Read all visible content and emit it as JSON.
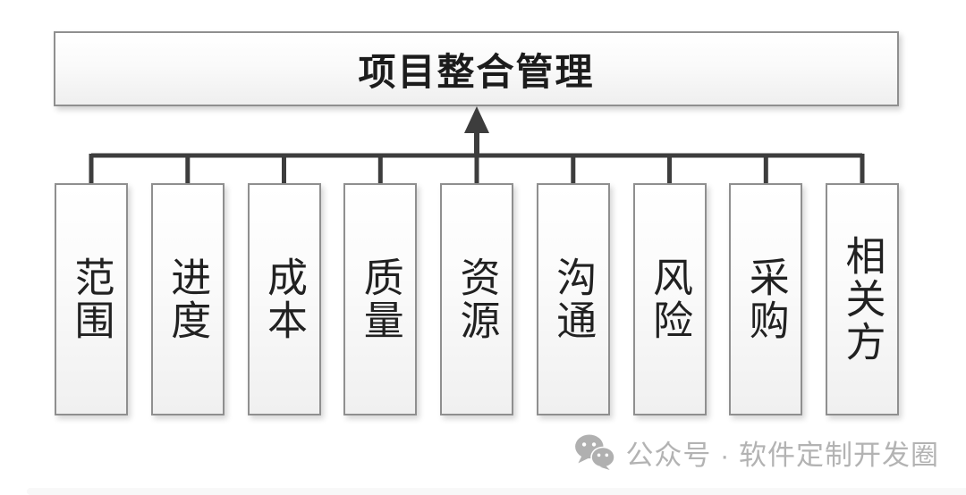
{
  "diagram": {
    "root": {
      "label": "项目整合管理"
    },
    "children": [
      {
        "label": "范围"
      },
      {
        "label": "进度"
      },
      {
        "label": "成本"
      },
      {
        "label": "质量"
      },
      {
        "label": "资源"
      },
      {
        "label": "沟通"
      },
      {
        "label": "风险"
      },
      {
        "label": "采购"
      },
      {
        "label": "相关方"
      }
    ],
    "colors": {
      "line": "#3d3d3d",
      "box_border": "#8f8f8f",
      "text": "#1c1c1c",
      "watermark": "#b3b3b3"
    }
  },
  "watermark": {
    "icon": "wechat-icon",
    "text": "公众号 · 软件定制开发圈"
  }
}
